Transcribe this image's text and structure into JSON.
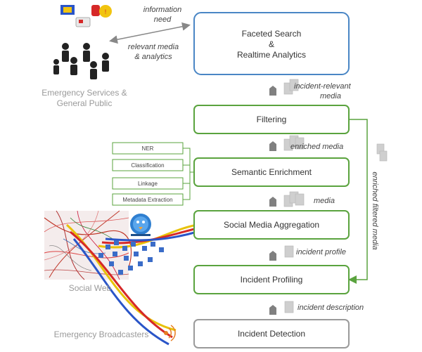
{
  "diagram": {
    "stages": {
      "faceted_search_line1": "Faceted Search",
      "faceted_search_line2": "&",
      "faceted_search_line3": "Realtime Analytics",
      "filtering": "Filtering",
      "semantic_enrichment": "Semantic Enrichment",
      "social_media_aggregation": "Social Media Aggregation",
      "incident_profiling": "Incident Profiling",
      "incident_detection": "Incident Detection"
    },
    "enrichment_modules": [
      "NER",
      "Classification",
      "Linkage",
      "Metadata Extraction"
    ],
    "flow_labels": {
      "incident_relevant_line1": "incident-relevant",
      "incident_relevant_line2": "media",
      "enriched_media": "enriched media",
      "media": "media",
      "incident_profile": "incident profile",
      "incident_description": "incident description",
      "enriched_filtered_media": "enriched filtered media",
      "information_need_line1": "information",
      "information_need_line2": "need",
      "relevant_media_line1": "relevant media",
      "relevant_media_line2": "& analytics"
    },
    "actors": {
      "emergency_services_line1": "Emergency Services &",
      "emergency_services_line2": "General Public",
      "social_web": "Social Web",
      "emergency_broadcasters": "Emergency Broadcasters"
    },
    "colors": {
      "blue_box": "#4a86c5",
      "green_box": "#5aa33e",
      "gray_box": "#9a9a9a",
      "arrow_gray": "#808080"
    }
  }
}
